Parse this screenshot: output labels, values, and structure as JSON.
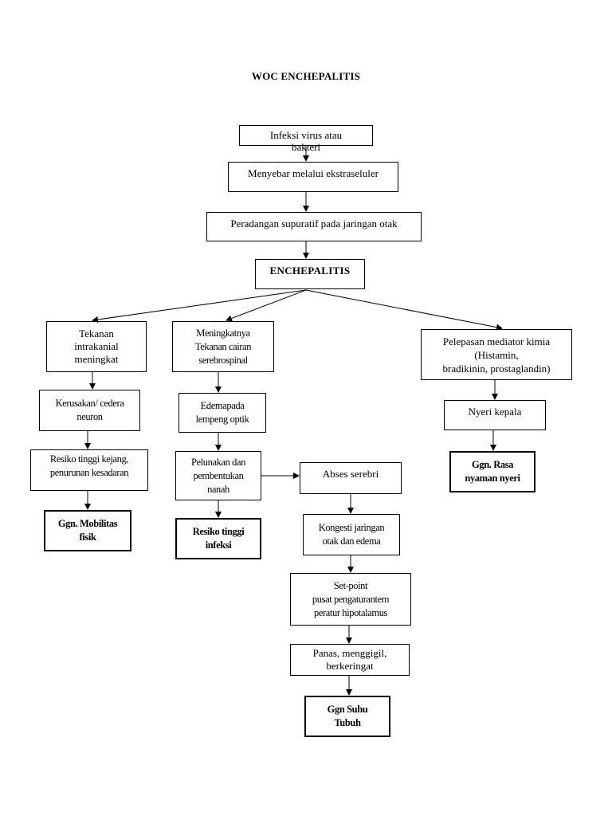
{
  "title": "WOC ENCHEPALITIS",
  "nodes": {
    "n1": {
      "lines": [
        "Infeksi virus atau",
        "bakteri"
      ]
    },
    "n2": {
      "lines": [
        "Menyebar melalui ekstraseluler"
      ]
    },
    "n3": {
      "lines": [
        "Peradangan supuratif pada jaringan otak"
      ]
    },
    "n4": {
      "lines": [
        "ENCHEPALITIS"
      ]
    },
    "n5": {
      "lines": [
        "Tekanan",
        "intrakanial",
        "meningkat"
      ]
    },
    "n6": {
      "lines": [
        "Kerusakan/ cedera",
        "neuron"
      ]
    },
    "n7": {
      "lines": [
        "Resiko tinggi kejang,",
        "penurunan kesadaran"
      ]
    },
    "n8": {
      "lines": [
        "Ggn. Mobilitas",
        "fisik"
      ]
    },
    "n9": {
      "lines": [
        "Meningkatnya",
        "Tekanan cairan",
        "serebrospinal"
      ]
    },
    "n10": {
      "lines": [
        "Edemapada",
        "lempeng optik"
      ]
    },
    "n11": {
      "lines": [
        "Pelunakan dan",
        "pembentukan",
        "nanah"
      ]
    },
    "n12": {
      "lines": [
        "Resiko tinggi",
        "infeksi"
      ]
    },
    "n13": {
      "lines": [
        "Abses serebri"
      ]
    },
    "n14": {
      "lines": [
        "Kongesti jaringan",
        "otak dan edema"
      ]
    },
    "n15": {
      "lines": [
        "Set-point",
        "pusat pengaturantem",
        "peratur hipotalamus"
      ]
    },
    "n16": {
      "lines": [
        "Panas, menggigil,",
        "berkeringat"
      ]
    },
    "n17": {
      "lines": [
        "Ggn Suhu",
        "Tubuh"
      ]
    },
    "n18": {
      "lines": [
        "Pelepasan mediator kimia",
        "(Histamin,",
        "bradikinin, prostaglandin)"
      ]
    },
    "n19": {
      "lines": [
        "Nyeri kepala"
      ]
    },
    "n20": {
      "lines": [
        "Ggn. Rasa",
        "nyaman nyeri"
      ]
    }
  },
  "edges": [
    [
      "n1",
      "n2"
    ],
    [
      "n2",
      "n3"
    ],
    [
      "n3",
      "n4"
    ],
    [
      "n4",
      "n5"
    ],
    [
      "n4",
      "n9"
    ],
    [
      "n4",
      "n18"
    ],
    [
      "n5",
      "n6"
    ],
    [
      "n6",
      "n7"
    ],
    [
      "n7",
      "n8"
    ],
    [
      "n9",
      "n10"
    ],
    [
      "n10",
      "n11"
    ],
    [
      "n11",
      "n12"
    ],
    [
      "n11",
      "n13"
    ],
    [
      "n13",
      "n14"
    ],
    [
      "n14",
      "n15"
    ],
    [
      "n15",
      "n16"
    ],
    [
      "n16",
      "n17"
    ],
    [
      "n18",
      "n19"
    ],
    [
      "n19",
      "n20"
    ]
  ]
}
